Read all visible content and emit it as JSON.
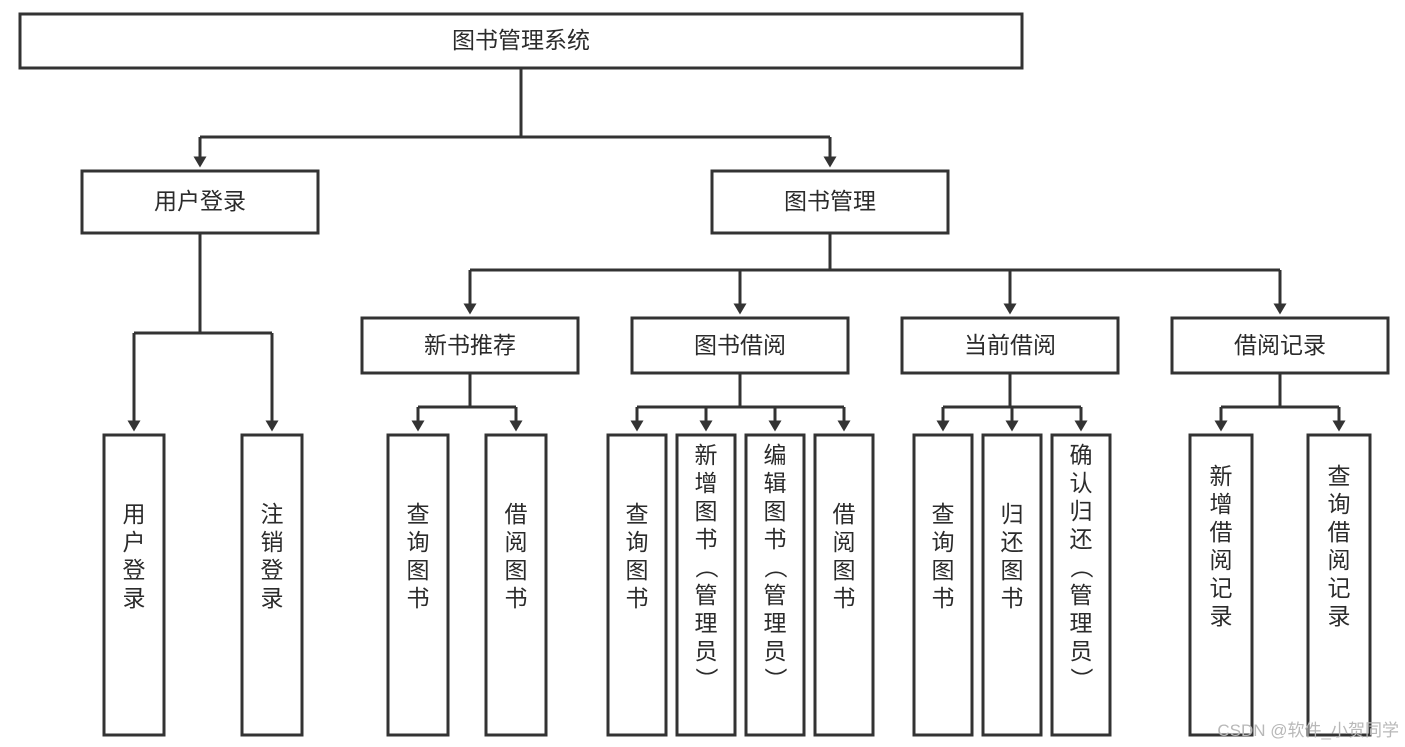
{
  "diagram": {
    "type": "tree-hierarchy-chart",
    "title": "图书管理系统",
    "orientation": "top-down",
    "colors": {
      "box_stroke": "#333333",
      "box_fill": "#ffffff",
      "text": "#2b2b2b",
      "background": "#ffffff",
      "watermark": "#b8b8b8"
    },
    "root": {
      "label": "图书管理系统",
      "level": 0
    },
    "level1": [
      {
        "id": "user-login",
        "label": "用户登录"
      },
      {
        "id": "book-management",
        "label": "图书管理"
      }
    ],
    "level2": [
      {
        "id": "new-book-recommend",
        "label": "新书推荐",
        "parent": "book-management"
      },
      {
        "id": "book-borrow",
        "label": "图书借阅",
        "parent": "book-management"
      },
      {
        "id": "current-borrow",
        "label": "当前借阅",
        "parent": "book-management"
      },
      {
        "id": "borrow-record",
        "label": "借阅记录",
        "parent": "book-management"
      }
    ],
    "leaves": {
      "user_login": [
        {
          "id": "leaf-user-login",
          "label": "用户登录"
        },
        {
          "id": "leaf-logout-login",
          "label": "注销登录"
        }
      ],
      "new_book_recommend": [
        {
          "id": "leaf-query-book-1",
          "label": "查询图书"
        },
        {
          "id": "leaf-borrow-book-1",
          "label": "借阅图书"
        }
      ],
      "book_borrow": [
        {
          "id": "leaf-query-book-2",
          "label": "查询图书"
        },
        {
          "id": "leaf-add-book",
          "label": "新增图书（管理员）"
        },
        {
          "id": "leaf-edit-book",
          "label": "编辑图书（管理员）"
        },
        {
          "id": "leaf-borrow-book-2",
          "label": "借阅图书"
        }
      ],
      "current_borrow": [
        {
          "id": "leaf-query-book-3",
          "label": "查询图书"
        },
        {
          "id": "leaf-return-book",
          "label": "归还图书"
        },
        {
          "id": "leaf-confirm-return",
          "label": "确认归还（管理员）"
        }
      ],
      "borrow_record": [
        {
          "id": "leaf-add-record",
          "label": "新增借阅记录"
        },
        {
          "id": "leaf-query-record",
          "label": "查询借阅记录"
        }
      ]
    },
    "watermark": "CSDN @软件_小贺同学"
  }
}
